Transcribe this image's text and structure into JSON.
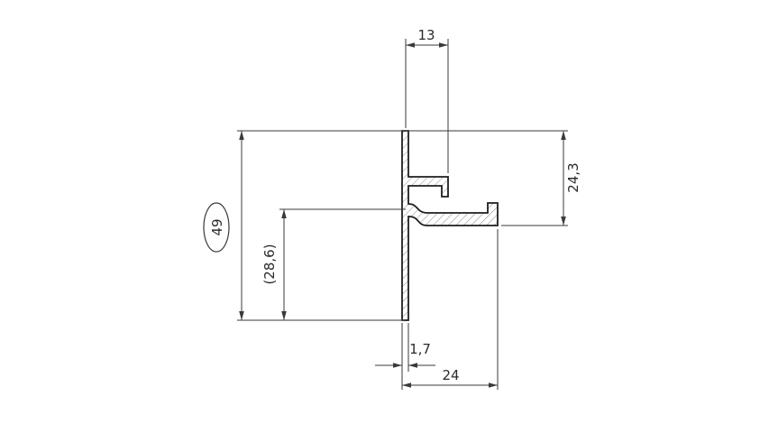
{
  "drawing": {
    "kind": "profile-cross-section-technical-drawing",
    "colors": {
      "outline": "#1f1f1f",
      "dimension": "#3a3a3a",
      "hatch": "#8c8c8c",
      "background": "#ffffff"
    },
    "dimensions": {
      "top_width": "13",
      "right_height": "24,3",
      "overall_height": "49",
      "lower_height": "(28,6)",
      "wall_thickness": "1,7",
      "bottom_width": "24"
    }
  }
}
